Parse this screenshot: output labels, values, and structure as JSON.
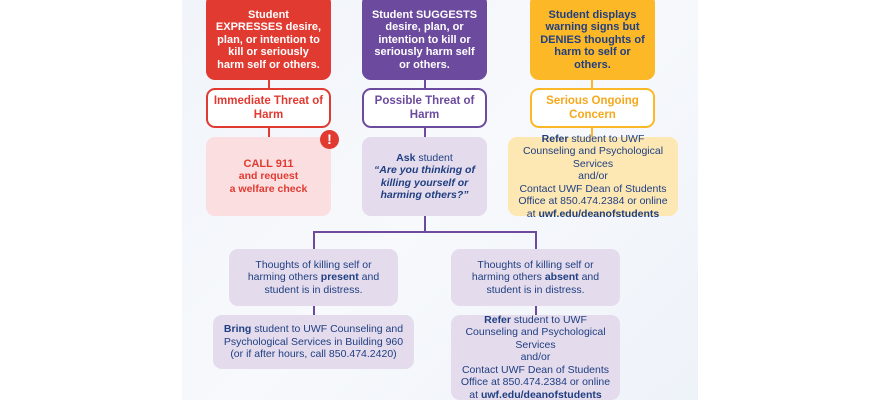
{
  "columns": [
    {
      "top": {
        "pre": "Student ",
        "bold": "EXPRESSES",
        "post": " desire, plan, or intention to kill or seriously harm self or others."
      },
      "label": "Immediate Threat of Harm",
      "action": {
        "l1": "CALL 911",
        "l2": "and request",
        "l3": "a welfare check"
      },
      "icon": "exclamation-icon",
      "color": "#e03a31"
    },
    {
      "top": {
        "pre": "Student ",
        "bold": "SUGGESTS",
        "post": " desire, plan, or intention to kill or seriously harm self or others."
      },
      "label": "Possible Threat of Harm",
      "action": {
        "bold": "Ask",
        "post": " student",
        "quote": "“Are you thinking of killing yourself or harming others?”"
      },
      "color": "#6c4a9e"
    },
    {
      "top": {
        "pre": "Student displays warning signs but ",
        "bold": "DENIES",
        "post": " thoughts of harm to self or others."
      },
      "label": "Serious Ongoing Concern",
      "action": {
        "bold": "Refer",
        "l1": " student to UWF Counseling and Psychological Services",
        "l2": "and/or",
        "l3": "Contact UWF Dean of Students Office at 850.474.2384 or online at ",
        "link": "uwf.edu/deanofstudents"
      },
      "color": "#fdb827"
    }
  ],
  "branches": [
    {
      "cond": {
        "pre": "Thoughts of killing self or harming others ",
        "bold": "present",
        "post": " and student is in distress."
      },
      "action": {
        "bold": "Bring",
        "post": " student to UWF Counseling and Psychological Services in Building 960 (or if after hours, call 850.474.2420)"
      }
    },
    {
      "cond": {
        "pre": "Thoughts of killing self or harming others ",
        "bold": "absent",
        "post": " and student is in distress."
      },
      "action": {
        "bold": "Refer",
        "l1": " student to UWF Counseling and Psychological Services",
        "l2": "and/or",
        "l3": "Contact UWF Dean of Students Office at 850.474.2384 or online at ",
        "link": "uwf.edu/deanofstudents"
      }
    }
  ]
}
